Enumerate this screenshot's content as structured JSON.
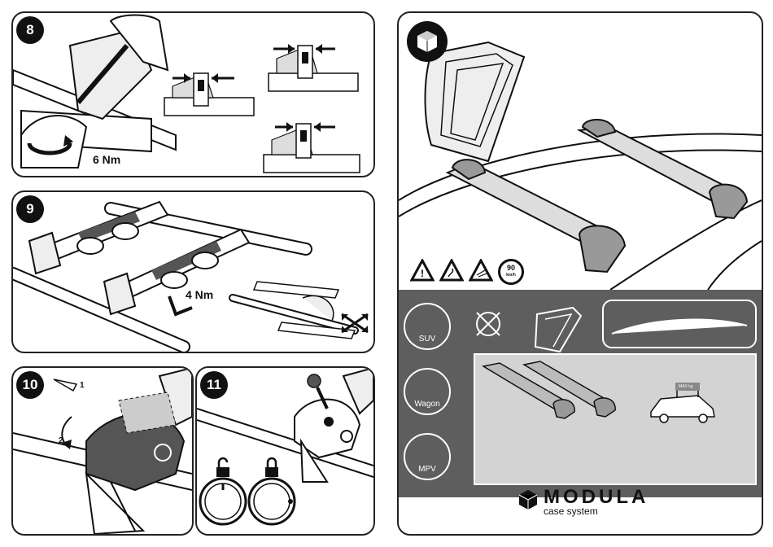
{
  "steps": {
    "step8": {
      "number": "8",
      "torque": "6 Nm"
    },
    "step9": {
      "number": "9",
      "torque": "4 Nm"
    },
    "step10": {
      "number": "10",
      "arrow1": "1",
      "arrow2": "2"
    },
    "step11": {
      "number": "11"
    }
  },
  "right_panel": {
    "speed_limit": "90",
    "speed_unit": "km/h",
    "vehicles": [
      {
        "label": "SUV"
      },
      {
        "label": "Wagon"
      },
      {
        "label": "MPV"
      }
    ],
    "max_kg_label": "MAX kg",
    "logo": {
      "brand": "MODULA",
      "tagline": "case system"
    }
  },
  "colors": {
    "dark_band": "#5e5e5e",
    "gray_box": "#d3d3d3",
    "ink": "#111111"
  },
  "icons": [
    "cube-icon",
    "warning-icon",
    "lock-icon",
    "unlock-icon",
    "key-icon",
    "wrench-icon"
  ]
}
